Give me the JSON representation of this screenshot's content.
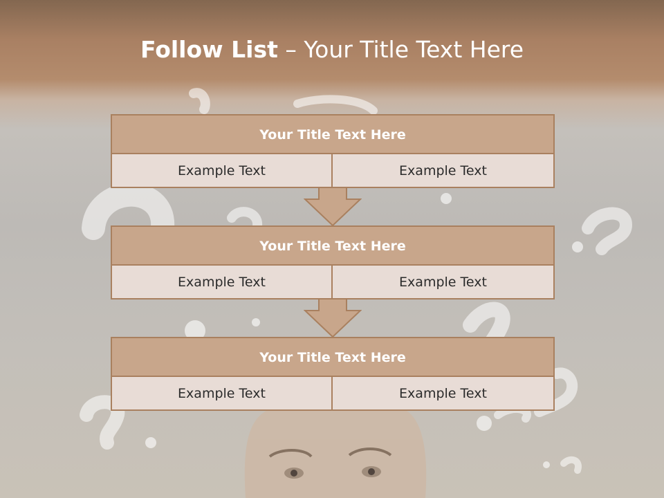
{
  "slide": {
    "title_bold": "Follow List",
    "title_rest": " – Your Title Text Here"
  },
  "steps": [
    {
      "title": "Your Title Text Here",
      "left": "Example Text",
      "right": "Example Text"
    },
    {
      "title": "Your Title Text Here",
      "left": "Example Text",
      "right": "Example Text"
    },
    {
      "title": "Your Title Text Here",
      "left": "Example Text",
      "right": "Example Text"
    }
  ],
  "colors": {
    "header_fill": "#c8a68b",
    "cell_fill": "#e8dcd6",
    "border": "#a9805f",
    "title_text": "#ffffff",
    "cell_text": "#2b2b2b"
  }
}
